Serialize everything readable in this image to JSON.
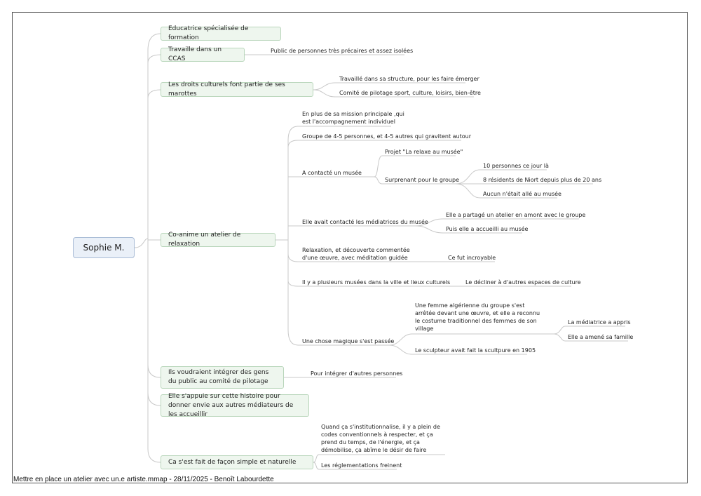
{
  "mindmap": {
    "root": "Sophie M.",
    "branches": [
      "Educatrice spécialisée de formation",
      "Travaille dans un CCAS",
      "Les droits culturels font partie de ses marottes",
      "Co-anime un atelier de relaxation",
      "Ils voudraient intégrer des gens du public au comité de pilotage",
      "Elle s'appuie sur cette histoire pour donner envie aux autres médiateurs de les accueillir",
      "Ca s'est fait de façon simple et naturelle"
    ],
    "ccas_note": "Public de personnes très précaires et assez isolées",
    "droits": [
      "Travaillé dans sa structure, pour les faire émerger",
      "Comité de pilotage sport, culture, loisirs, bien-être"
    ],
    "atelier": [
      "En plus de sa mission principale ,qui est l'accompagnement individuel",
      "Groupe de 4-5 personnes, et 4-5 autres qui gravitent autour",
      "A contacté un musée",
      "Elle avait contacté les médiatrices du musée",
      "Relaxation, et découverte commentée d'une œuvre, avec méditation guidée",
      "Il y a plusieurs musées dans la ville et lieux culturels",
      "Une chose magique s'est passée"
    ],
    "musee": [
      "Projet \"La relaxe au musée\"",
      "Surprenant pour le groupe"
    ],
    "surprenant": [
      "10 personnes ce jour là",
      "8 résidents de Niort depuis plus de 20 ans",
      "Aucun n'était allé au musée"
    ],
    "mediatrices": [
      "Elle a partagé un atelier en amont avec le groupe",
      "Puis elle a accueilli au musée"
    ],
    "relaxation_note": "Ce fut incroyable",
    "musees_note": "Le décliner à d'autres espaces de culture",
    "magique": [
      "Une femme algérienne du groupe s'est arrêtée devant une œuvre, et elle a reconnu le costume traditionnel des femmes de son village",
      "Le sculpteur avait fait la scultpure en 1905"
    ],
    "femme": [
      "La médiatrice a appris",
      "Elle a amené sa famille"
    ],
    "comite_note": "Pour intégrer d'autres personnes",
    "simple": [
      "Quand ça s'institutionnalise, il y a plein de codes conventionnels à respecter, et ça prend du temps, de l'énergie, et ça démobilise, ça abîme le désir de faire",
      "Les réglementations freinent"
    ]
  },
  "footer": "Mettre en place un atelier avec un.e artiste.mmap - 28/11/2025 - Benoît Labourdette",
  "colors": {
    "node_fill": "#eef6ee",
    "node_border": "#b9d6bb",
    "root_fill": "#eaf0f8",
    "root_border": "#a9bcd6",
    "link": "#c8c8c8"
  }
}
